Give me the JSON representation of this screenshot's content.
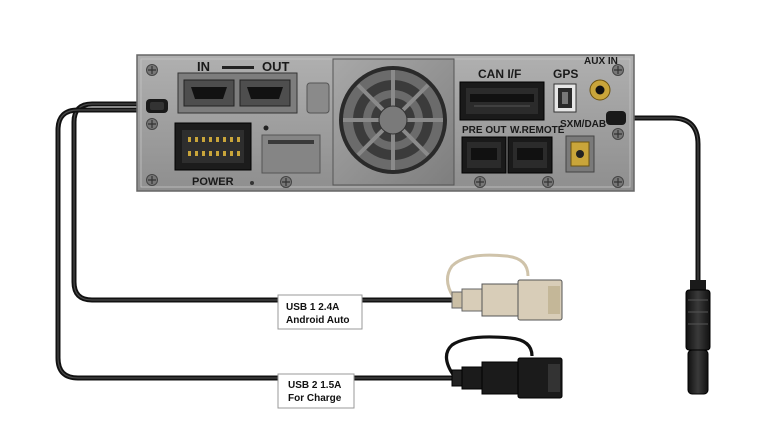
{
  "panel_labels": {
    "hdmi_in": "IN",
    "hdmi_out": "OUT",
    "can_if": "CAN I/F",
    "gps": "GPS",
    "aux_in": "AUX IN",
    "pre_out": "PRE OUT",
    "w_remote": "W.REMOTE",
    "sxm_dab": "SXM/DAB",
    "power": "POWER"
  },
  "usb_tags": [
    {
      "line1": "USB 1    2.4A",
      "line2": "Android Auto",
      "color": "#d8cdb8"
    },
    {
      "line1": "USB 2  1.5A",
      "line2": "For  Charge",
      "color": "#1b1b1b"
    }
  ],
  "colors": {
    "chassis": "#9c9c9c",
    "chassis_edge": "#6f6f6f",
    "cable": "#111111",
    "usb1_connector": "#d8cdb8",
    "usb2_connector": "#1b1b1b",
    "sxm_gold": "#c9a53a"
  }
}
